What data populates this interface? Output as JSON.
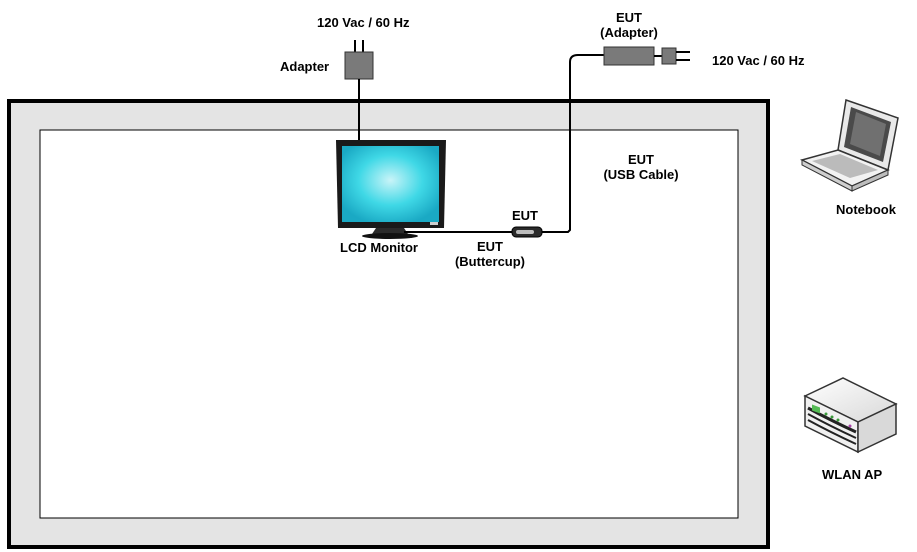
{
  "colors": {
    "frame_outer": "#e4e4e4",
    "frame_border": "#000000",
    "frame_inner": "#ffffff",
    "adapter": "#7a7a7a",
    "monitor_screen": "#3fd8e6",
    "cable": "#000000"
  },
  "labels": {
    "power_top": "120 Vac / 60 Hz",
    "adapter": "Adapter",
    "eut_adapter_line1": "EUT",
    "eut_adapter_line2": "(Adapter)",
    "power_right": "120 Vac / 60 Hz",
    "eut_usb_line1": "EUT",
    "eut_usb_line2": "(USB Cable)",
    "eut_small": "EUT",
    "lcd_monitor": "LCD Monitor",
    "eut_buttercup_line1": "EUT",
    "eut_buttercup_line2": "(Buttercup)",
    "notebook": "Notebook",
    "wlan_ap": "WLAN AP"
  },
  "icons": {
    "plug_top": "power-plug-icon",
    "adapter_box": "adapter-icon",
    "eut_adapter_box": "eut-adapter-icon",
    "plug_right": "power-plug-icon",
    "monitor": "lcd-monitor-icon",
    "buttercup": "usb-device-icon",
    "notebook": "laptop-icon",
    "wlan_ap": "router-icon"
  }
}
